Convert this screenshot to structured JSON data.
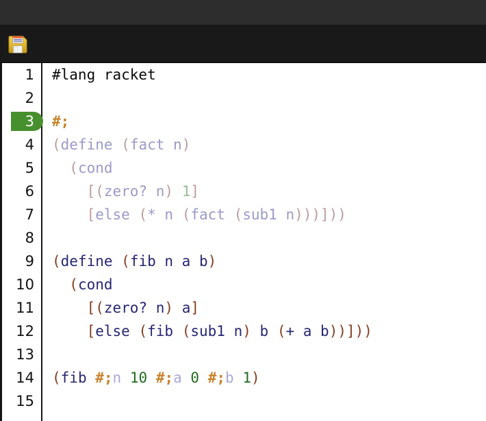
{
  "window": {
    "titlebar_color": "#2d2d2d",
    "toolbar_color": "#191919",
    "background": "#ffffff"
  },
  "toolbar": {
    "save_icon": "floppy-disk-icon",
    "save_label": "Save"
  },
  "editor": {
    "language": "racket",
    "current_line": 3,
    "current_line_badge_color": "#47902e",
    "colors": {
      "plain": "#0a0a0a",
      "paren": "#843c21",
      "identifier": "#262673",
      "number": "#216b21",
      "comment_hash": "#c8822a",
      "faded_paren": "#bb9c9c",
      "faded_identifier": "#9a9ac8",
      "faded_number": "#93bd93"
    },
    "lines": [
      {
        "number": "1",
        "tokens": [
          {
            "text": "#lang racket",
            "style": "plain"
          }
        ]
      },
      {
        "number": "2",
        "tokens": []
      },
      {
        "number": "3",
        "tokens": [
          {
            "text": "#;",
            "style": "hash"
          }
        ]
      },
      {
        "number": "4",
        "tokens": [
          {
            "text": "(",
            "style": "faded-paren"
          },
          {
            "text": "define",
            "style": "faded-ident"
          },
          {
            "text": " ",
            "style": "faded-ident"
          },
          {
            "text": "(",
            "style": "faded-paren"
          },
          {
            "text": "fact n",
            "style": "faded-ident"
          },
          {
            "text": ")",
            "style": "faded-paren"
          }
        ]
      },
      {
        "number": "5",
        "tokens": [
          {
            "text": "  ",
            "style": "faded-ident"
          },
          {
            "text": "(",
            "style": "faded-paren"
          },
          {
            "text": "cond",
            "style": "faded-ident"
          }
        ]
      },
      {
        "number": "6",
        "tokens": [
          {
            "text": "    ",
            "style": "faded-ident"
          },
          {
            "text": "[(",
            "style": "faded-paren"
          },
          {
            "text": "zero? n",
            "style": "faded-ident"
          },
          {
            "text": ")",
            "style": "faded-paren"
          },
          {
            "text": " ",
            "style": "faded-ident"
          },
          {
            "text": "1",
            "style": "faded-num"
          },
          {
            "text": "]",
            "style": "faded-paren"
          }
        ]
      },
      {
        "number": "7",
        "tokens": [
          {
            "text": "    ",
            "style": "faded-ident"
          },
          {
            "text": "[",
            "style": "faded-paren"
          },
          {
            "text": "else",
            "style": "faded-ident"
          },
          {
            "text": " ",
            "style": "faded-ident"
          },
          {
            "text": "(",
            "style": "faded-paren"
          },
          {
            "text": "* n ",
            "style": "faded-ident"
          },
          {
            "text": "(",
            "style": "faded-paren"
          },
          {
            "text": "fact ",
            "style": "faded-ident"
          },
          {
            "text": "(",
            "style": "faded-paren"
          },
          {
            "text": "sub1 n",
            "style": "faded-ident"
          },
          {
            "text": ")))]))",
            "style": "faded-paren"
          }
        ]
      },
      {
        "number": "8",
        "tokens": []
      },
      {
        "number": "9",
        "tokens": [
          {
            "text": "(",
            "style": "paren"
          },
          {
            "text": "define",
            "style": "ident"
          },
          {
            "text": " ",
            "style": "ident"
          },
          {
            "text": "(",
            "style": "paren"
          },
          {
            "text": "fib n a b",
            "style": "ident"
          },
          {
            "text": ")",
            "style": "paren"
          }
        ]
      },
      {
        "number": "10",
        "tokens": [
          {
            "text": "  ",
            "style": "ident"
          },
          {
            "text": "(",
            "style": "paren"
          },
          {
            "text": "cond",
            "style": "ident"
          }
        ]
      },
      {
        "number": "11",
        "tokens": [
          {
            "text": "    ",
            "style": "ident"
          },
          {
            "text": "[(",
            "style": "paren"
          },
          {
            "text": "zero? n",
            "style": "ident"
          },
          {
            "text": ")",
            "style": "paren"
          },
          {
            "text": " ",
            "style": "ident"
          },
          {
            "text": "a",
            "style": "ident"
          },
          {
            "text": "]",
            "style": "paren"
          }
        ]
      },
      {
        "number": "12",
        "tokens": [
          {
            "text": "    ",
            "style": "ident"
          },
          {
            "text": "[",
            "style": "paren"
          },
          {
            "text": "else",
            "style": "ident"
          },
          {
            "text": " ",
            "style": "ident"
          },
          {
            "text": "(",
            "style": "paren"
          },
          {
            "text": "fib ",
            "style": "ident"
          },
          {
            "text": "(",
            "style": "paren"
          },
          {
            "text": "sub1 n",
            "style": "ident"
          },
          {
            "text": ")",
            "style": "paren"
          },
          {
            "text": " b ",
            "style": "ident"
          },
          {
            "text": "(",
            "style": "paren"
          },
          {
            "text": "+ a b",
            "style": "ident"
          },
          {
            "text": "))]))",
            "style": "paren"
          }
        ]
      },
      {
        "number": "13",
        "tokens": []
      },
      {
        "number": "14",
        "tokens": [
          {
            "text": "(",
            "style": "paren"
          },
          {
            "text": "fib",
            "style": "ident"
          },
          {
            "text": " ",
            "style": "ident"
          },
          {
            "text": "#;",
            "style": "hash"
          },
          {
            "text": "n",
            "style": "faded-ident2"
          },
          {
            "text": " ",
            "style": "ident"
          },
          {
            "text": "10",
            "style": "num"
          },
          {
            "text": " ",
            "style": "ident"
          },
          {
            "text": "#;",
            "style": "hash"
          },
          {
            "text": "a",
            "style": "faded-ident2"
          },
          {
            "text": " ",
            "style": "ident"
          },
          {
            "text": "0",
            "style": "num"
          },
          {
            "text": " ",
            "style": "ident"
          },
          {
            "text": "#;",
            "style": "hash"
          },
          {
            "text": "b",
            "style": "faded-ident2"
          },
          {
            "text": " ",
            "style": "ident"
          },
          {
            "text": "1",
            "style": "num"
          },
          {
            "text": ")",
            "style": "paren"
          }
        ]
      },
      {
        "number": "15",
        "tokens": []
      }
    ]
  }
}
